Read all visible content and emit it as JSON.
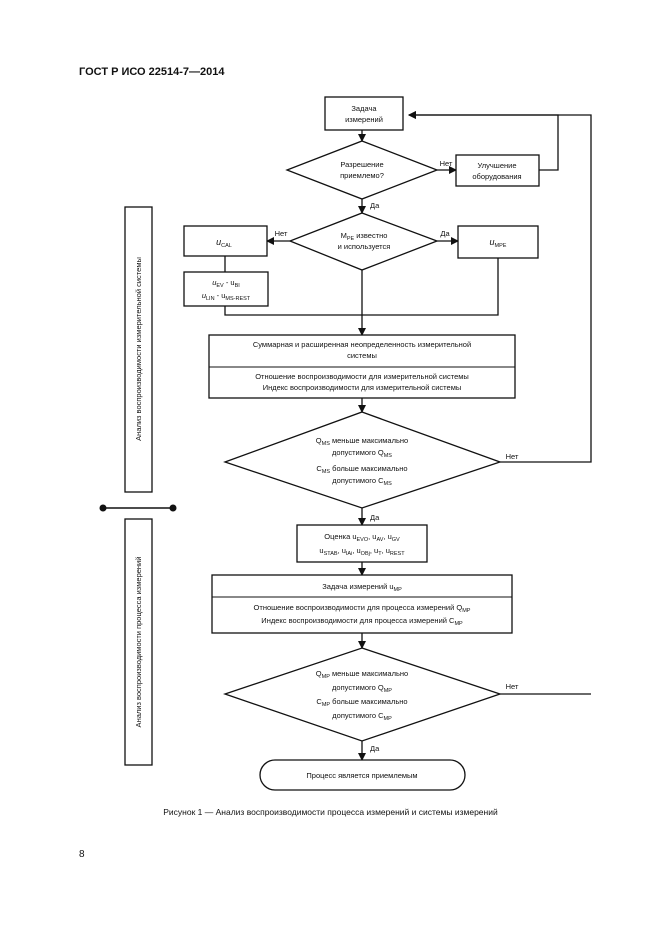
{
  "header": {
    "title": "ГОСТ Р ИСО 22514-7—2014"
  },
  "page_number": "8",
  "caption": "Рисунок  1 — Анализ воспроизводимости процесса измерений и системы измерений",
  "side_labels": {
    "system": "Анализ воспроизводимости измерительной системы",
    "process": "Анализ воспроизводимости процесса измерений"
  },
  "flow": {
    "task": {
      "line1": "Задача",
      "line2": "измерений"
    },
    "decision_accept": {
      "line1": "Разрешение",
      "line2": "приемлемо?"
    },
    "improve": {
      "line1": "Улучшение",
      "line2": "оборудования"
    },
    "decision_mpe": {
      "line1_pre": "M",
      "line1_sub": "PE",
      "line1_post": " известно",
      "line2": "и используется"
    },
    "u_cal": {
      "sym": "u",
      "sub": "CAL"
    },
    "u_mpe": {
      "sym": "u",
      "sub": "MPE"
    },
    "u_ev": {
      "r1a": "u",
      "r1a_sub": "EV",
      "r1b": " - u",
      "r1b_sub": "BI",
      "r2a": "u",
      "r2a_sub": "LIN",
      "r2b": " - u",
      "r2b_sub": "MS-REST"
    },
    "ms_box": {
      "line1": "Суммарная и расширенная неопределенность измерительной",
      "line2": "системы",
      "line3": "Отношение воспроизводимости для измерительной системы",
      "line4": "Индекс воспроизводимости для измерительной системы"
    },
    "decision_ms": {
      "line1_pre": "Q",
      "line1_sub": "MS",
      "line1_post": " меньше максимально",
      "line2_pre": "допустимого Q",
      "line2_sub": "MS",
      "line3_pre": "C",
      "line3_sub": "MS",
      "line3_post": " больше максимально",
      "line4_pre": "допустимого C",
      "line4_sub": "MS"
    },
    "estimate": {
      "r1": "Оценка  u",
      "r1_s1": "EVO",
      "r1_b": ",  u",
      "r1_s2": "AV",
      "r1_c": ",  u",
      "r1_s3": "GV",
      "r2": "u",
      "r2_s1": "STAB",
      "r2_b": ",  u",
      "r2_s2": "IAi",
      "r2_c": ",  u",
      "r2_s3": "OBj",
      "r2_d": ",  u",
      "r2_s4": "T",
      "r2_e": ",  u",
      "r2_s5": "REST"
    },
    "mp_task": {
      "pre": "Задача измерений  u",
      "sub": "MP"
    },
    "mp_box": {
      "line1_pre": "Отношение воспроизводимости для процесса измерений Q",
      "line1_sub": "MP",
      "line2_pre": "Индекс воспроизводимости для процесса измерений C",
      "line2_sub": "MP"
    },
    "decision_mp": {
      "line1_pre": "Q",
      "line1_sub": "MP",
      "line1_post": " меньше максимально",
      "line2_pre": "допустимого Q",
      "line2_sub": "MP",
      "line3_pre": "C",
      "line3_sub": "MP",
      "line3_post": " больше максимально",
      "line4_pre": "допустимого C",
      "line4_sub": "MP"
    },
    "final": "Процесс является приемлемым"
  },
  "edge_labels": {
    "no": "Нет",
    "yes": "Да"
  }
}
